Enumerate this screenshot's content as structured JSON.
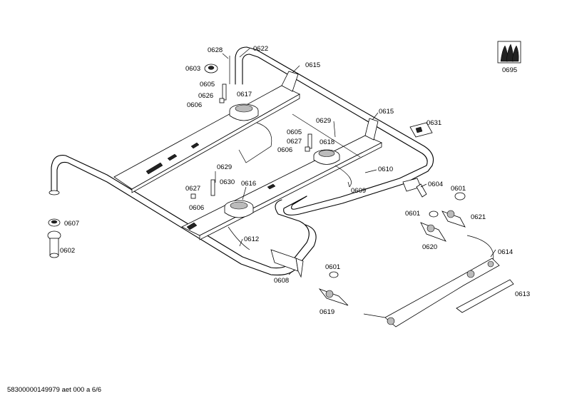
{
  "labels": {
    "l0622": "0622",
    "l0628": "0628",
    "l0603": "0603",
    "l0615a": "0615",
    "l0605a": "0605",
    "l0626": "0626",
    "l0617": "0617",
    "l0606a": "0606",
    "l0615b": "0615",
    "l0629a": "0629",
    "l0631": "0631",
    "l0605b": "0605",
    "l0627a": "0627",
    "l0618": "0618",
    "l0606b": "0606",
    "l0610": "0610",
    "l0629b": "0629",
    "l0630": "0630",
    "l0616": "0616",
    "l0627b": "0627",
    "l0606c": "0606",
    "l0609": "0609",
    "l0604": "0604",
    "l0601a": "0601",
    "l0601b": "0601",
    "l0621": "0621",
    "l0607": "0607",
    "l0602": "0602",
    "l0612": "0612",
    "l0620": "0620",
    "l0614": "0614",
    "l0608": "0608",
    "l0601c": "0601",
    "l0619": "0619",
    "l0613": "0613",
    "l0695": "0695"
  },
  "footer_text": "58300000149979 aet 000 a 6/6"
}
